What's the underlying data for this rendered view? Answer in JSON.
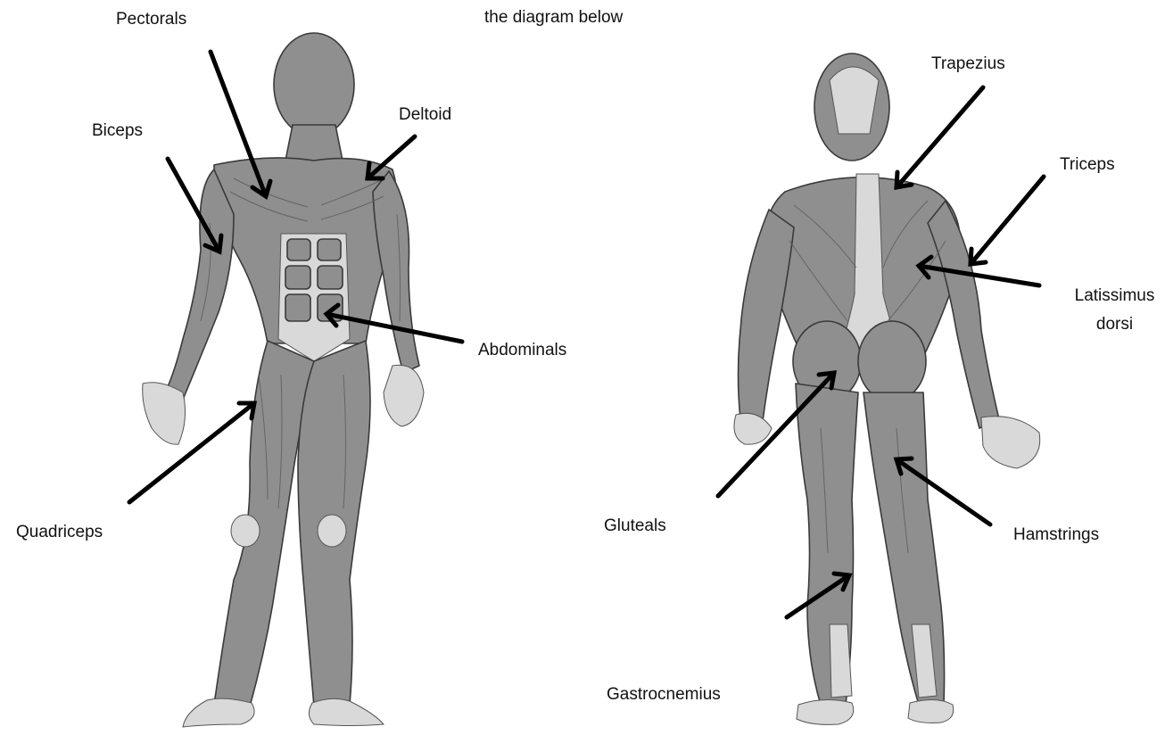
{
  "header": {
    "caption": "the diagram below"
  },
  "labels": {
    "pectorals": "Pectorals",
    "biceps": "Biceps",
    "deltoid": "Deltoid",
    "abdominals": "Abdominals",
    "quadriceps": "Quadriceps",
    "trapezius": "Trapezius",
    "triceps": "Triceps",
    "latissimus_line1": "Latissimus",
    "latissimus_line2": "dorsi",
    "gluteals": "Gluteals",
    "hamstrings": "Hamstrings",
    "gastrocnemius": "Gastrocnemius"
  },
  "colors": {
    "muscle": "#8f8f8f",
    "tendon": "#d9d9d9",
    "outline": "#3a3a3a",
    "arrow": "#000000"
  }
}
